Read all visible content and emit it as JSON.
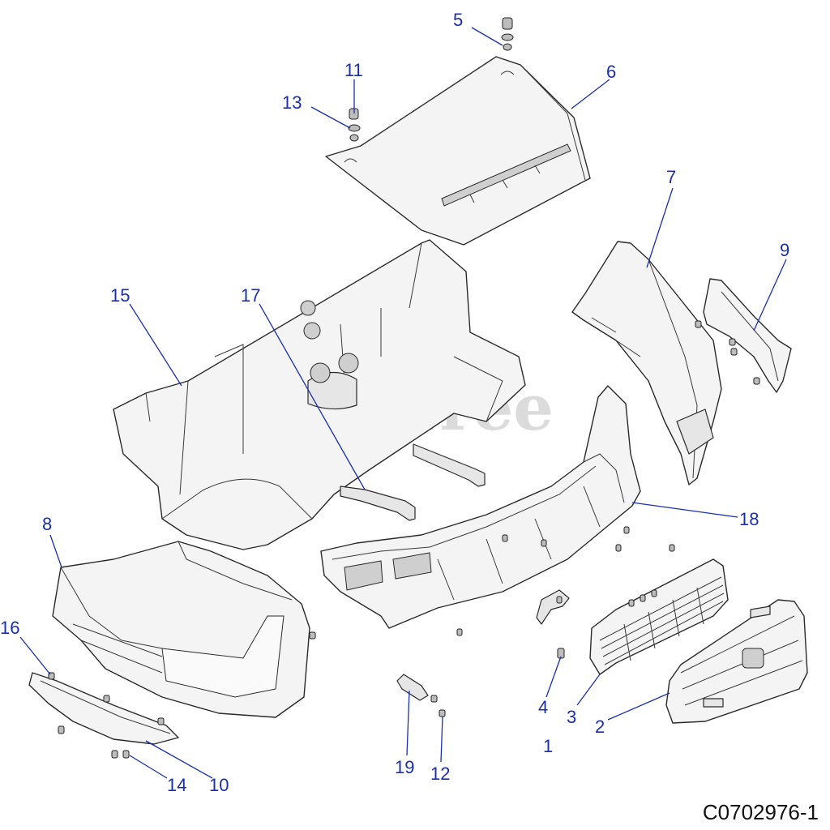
{
  "diagram_id": "C0702976-1",
  "watermark": "PartsTree",
  "callouts": {
    "c1": "1",
    "c2": "2",
    "c3": "3",
    "c4": "4",
    "c5": "5",
    "c6": "6",
    "c7": "7",
    "c8": "8",
    "c9": "9",
    "c10": "10",
    "c11": "11",
    "c12": "12",
    "c13": "13",
    "c14": "14",
    "c15": "15",
    "c16": "16",
    "c17": "17",
    "c18": "18",
    "c19": "19"
  }
}
